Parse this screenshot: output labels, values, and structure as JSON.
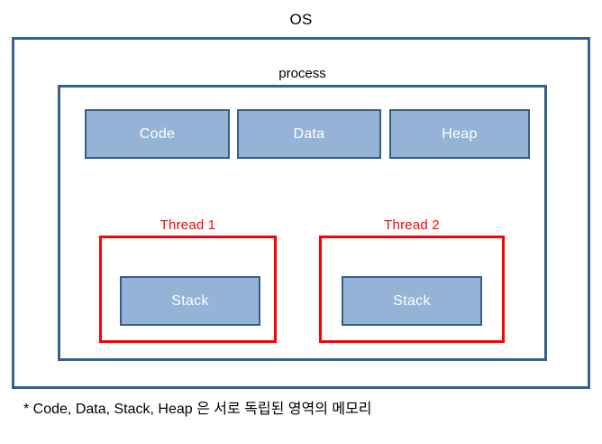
{
  "diagram": {
    "title": "OS",
    "colors": {
      "frame_border": "#36618E",
      "block_fill": "#95B3D7",
      "block_border": "#385D8A",
      "block_text": "#FFFFFF",
      "thread_border": "#FF0000",
      "thread_label": "#FF0000",
      "background": "#FFFFFF",
      "text": "#000000"
    },
    "os": {
      "label": "OS"
    },
    "process": {
      "label": "process",
      "memory_blocks": [
        {
          "label": "Code"
        },
        {
          "label": "Data"
        },
        {
          "label": "Heap"
        }
      ],
      "threads": [
        {
          "label": "Thread 1",
          "stack_label": "Stack"
        },
        {
          "label": "Thread 2",
          "stack_label": "Stack"
        }
      ]
    },
    "footnote": "* Code, Data, Stack, Heap 은 서로 독립된 영역의 메모리"
  }
}
